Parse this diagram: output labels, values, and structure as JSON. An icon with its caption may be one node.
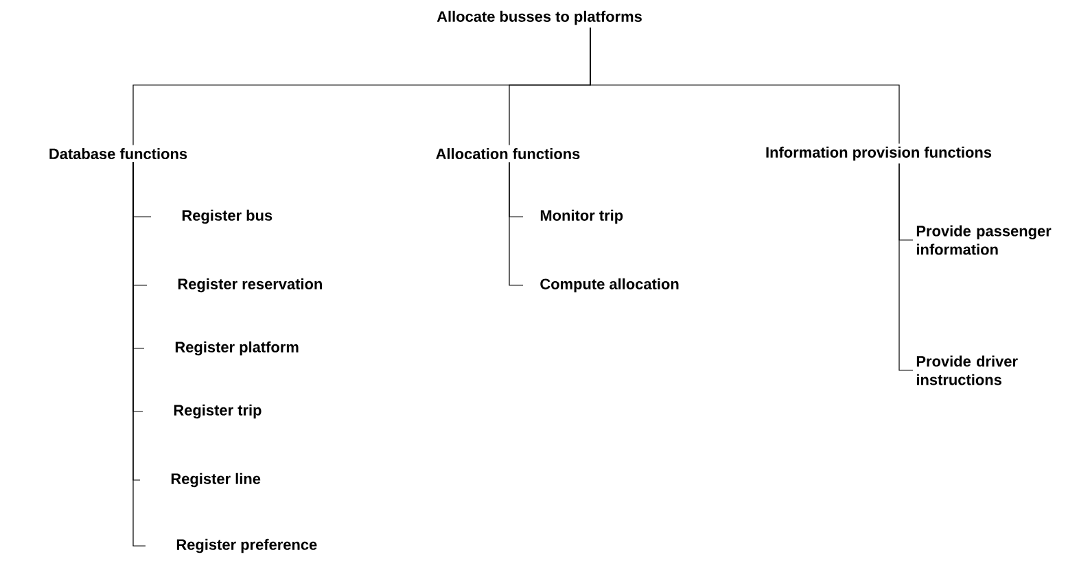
{
  "diagram": {
    "nodes": [
      {
        "text": [
          "Allocate busses to platforms"
        ]
      },
      {
        "text": [
          "Database functions"
        ]
      },
      {
        "text": [
          "Allocation functions"
        ]
      },
      {
        "text": [
          "Information provision functions"
        ]
      },
      {
        "text": [
          "Register  bus"
        ]
      },
      {
        "text": [
          "Register reservation"
        ]
      },
      {
        "text": [
          "Register platform"
        ]
      },
      {
        "text": [
          "Register trip"
        ]
      },
      {
        "text": [
          "Register line"
        ]
      },
      {
        "text": [
          "Register preference"
        ]
      },
      {
        "text": [
          "Monitor trip"
        ]
      },
      {
        "text": [
          "Compute allocation"
        ]
      },
      {
        "text": [
          "Provide passenger information"
        ]
      },
      {
        "text": [
          "Provide driver instructions"
        ]
      }
    ],
    "edges": [
      {
        "from": 0,
        "to": 1,
        "arrow": "none"
      },
      {
        "from": 0,
        "to": 2,
        "arrow": "none"
      },
      {
        "from": 0,
        "to": 3,
        "arrow": "none"
      },
      {
        "from": 1,
        "to": 4,
        "arrow": "none"
      },
      {
        "from": 1,
        "to": 5,
        "arrow": "none"
      },
      {
        "from": 1,
        "to": 6,
        "arrow": "none"
      },
      {
        "from": 1,
        "to": 7,
        "arrow": "none"
      },
      {
        "from": 1,
        "to": 8,
        "arrow": "none"
      },
      {
        "from": 1,
        "to": 9,
        "arrow": "none"
      },
      {
        "from": 2,
        "to": 10,
        "arrow": "none"
      },
      {
        "from": 2,
        "to": 11,
        "arrow": "none"
      },
      {
        "from": 3,
        "to": 12,
        "arrow": "none"
      },
      {
        "from": 3,
        "to": 13,
        "arrow": "none"
      }
    ]
  }
}
